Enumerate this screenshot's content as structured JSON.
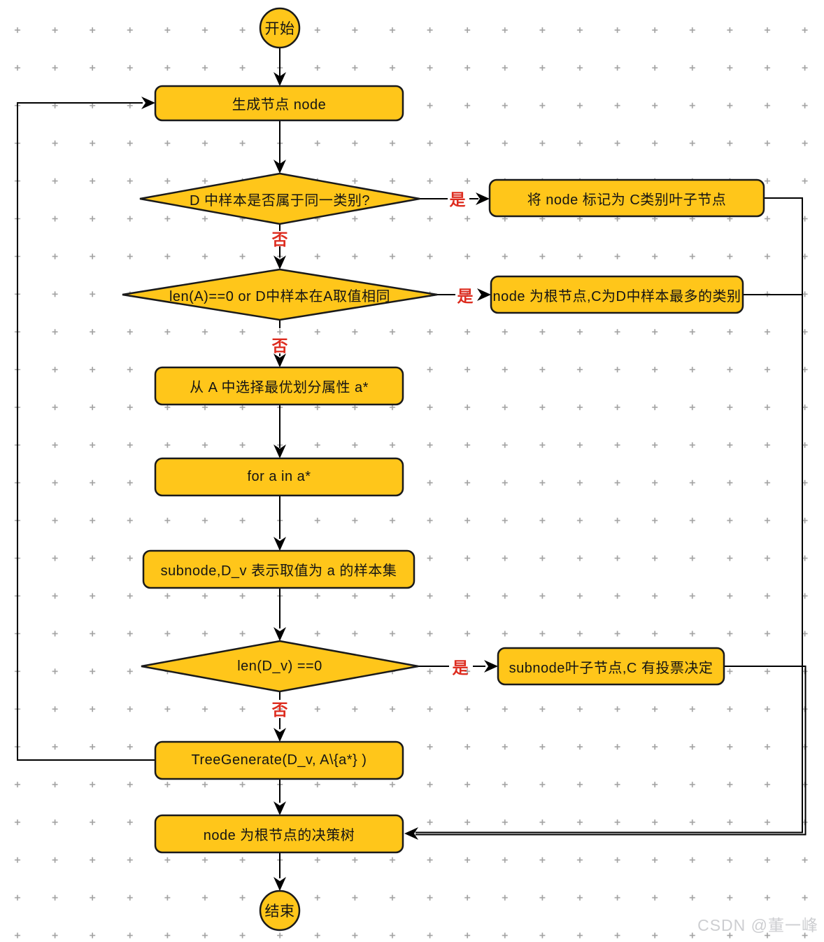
{
  "watermark": {
    "text": "CSDN @董一峰"
  },
  "colors": {
    "node_fill": "#FFC61A",
    "node_border": "#1A1A1A",
    "connector": "#000000",
    "branch_label": "#DD2C1F",
    "grid_dot": "#A3A3A3",
    "watermark": "#CDCED1"
  },
  "flowchart": {
    "start": "开始",
    "end": "结束",
    "steps": {
      "generate_node": "生成节点 node",
      "same_class_check": "D 中样本是否属于同一类别?",
      "mark_leaf": "将 node 标记为 C类别叶子节点",
      "attr_empty_check": "len(A)==0 or D中样本在A取值相同",
      "root_majority": "node 为根节点,C为D中样本最多的类别",
      "select_best_attr": "从 A 中选择最优划分属性 a*",
      "for_loop": "for a in a*",
      "subnode_def": "subnode,D_v 表示取值为 a 的样本集",
      "dv_empty_check": "len(D_v) ==0",
      "subnode_leaf": "subnode叶子节点,C 有投票决定",
      "recurse": "TreeGenerate(D_v, A\\{a*} )",
      "result_tree": "node 为根节点的决策树"
    },
    "branch_labels": {
      "yes": "是",
      "no": "否"
    }
  }
}
